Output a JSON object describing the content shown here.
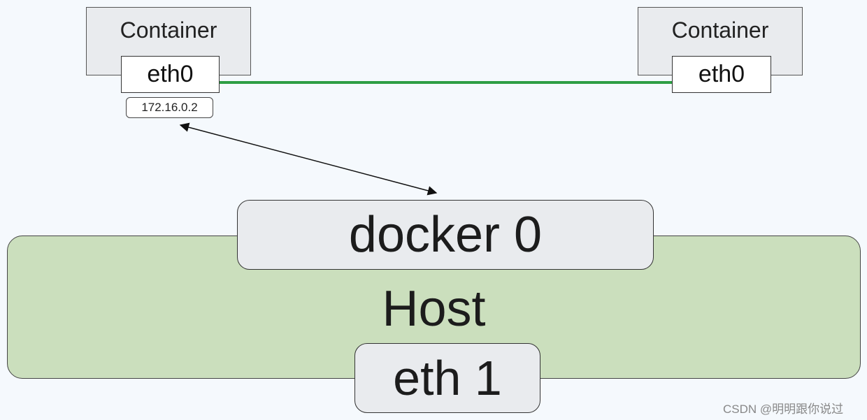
{
  "diagram": {
    "containers": [
      {
        "label": "Container",
        "interface": "eth0",
        "ip": "172.16.0.2"
      },
      {
        "label": "Container",
        "interface": "eth0"
      }
    ],
    "bridge": {
      "label": "docker 0"
    },
    "host": {
      "label": "Host",
      "interface": "eth 1"
    },
    "colors": {
      "veth_link": "#2e9e44",
      "host_fill": "#cbdfbd",
      "box_fill": "#e9ebee"
    }
  },
  "watermark": "CSDN @明明跟你说过"
}
